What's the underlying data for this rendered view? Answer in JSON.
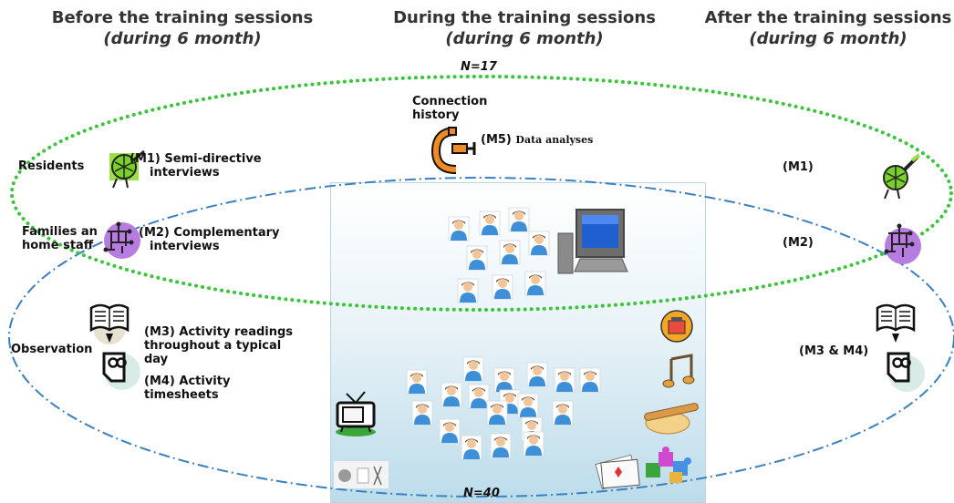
{
  "headers": {
    "before": {
      "title": "Before the training sessions",
      "subtitle": "(during 6 month)"
    },
    "during": {
      "title": "During the training sessions",
      "subtitle": "(during 6 month)"
    },
    "after": {
      "title": "After the training sessions",
      "subtitle": "(during 6 month)"
    }
  },
  "groups": {
    "n17": "N=17",
    "n40": "N=40"
  },
  "left": {
    "residents": "Residents",
    "families": [
      "Families an",
      "home staff"
    ],
    "observation": "Observation",
    "m1": [
      "(M1) Semi-directive",
      "interviews"
    ],
    "m2": [
      "(M2) Complementary",
      "interviews"
    ],
    "m3": [
      "(M3) Activity readings",
      "throughout a typical",
      "day"
    ],
    "m4": [
      "(M4) Activity",
      "timesheets"
    ]
  },
  "center": {
    "connection_history": [
      "Connection",
      "history"
    ],
    "m5_code": "(M5)",
    "m5_text": "Data analyses"
  },
  "right": {
    "m1": "(M1)",
    "m2": "(M2)",
    "m3m4": "(M3 & M4)"
  },
  "colors": {
    "green_dots": "#3cc53c",
    "blue_dashdot": "#3a7fc1",
    "panel_border": "#b9d4e3",
    "person_body": "#3d8fd8",
    "person_skin": "#f1c49a",
    "microphone_green": "#7ad02a",
    "purple_circle": "#b77ce0",
    "clamp_orange": "#f08a24"
  },
  "icons": [
    "microphone-icon",
    "network-icon",
    "book-icon",
    "camera-icon",
    "clamp-icon",
    "computer-icon",
    "person-icon",
    "tv-icon",
    "tape-icon",
    "paint-icon",
    "music-icon",
    "baking-icon",
    "cards-icon",
    "puzzle-icon",
    "camera-tools-icon"
  ]
}
